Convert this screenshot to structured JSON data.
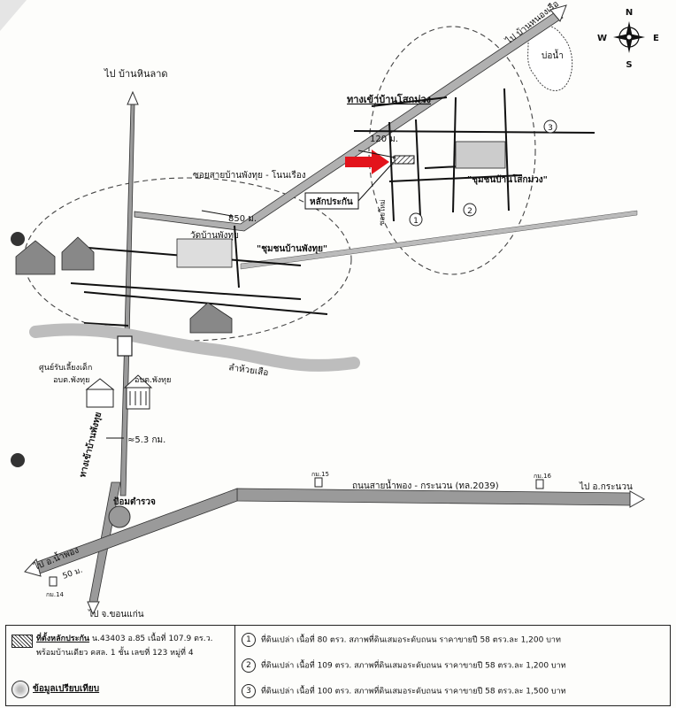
{
  "compass": {
    "n": "N",
    "s": "S",
    "e": "E",
    "w": "W"
  },
  "labels": {
    "to_ban_hin_lat": "ไป บ้านหินลาด",
    "to_ban_nong_ruea": "ไป บ้านหนองเรือ",
    "pond": "บ่อน้ำ",
    "entrance_ban_sok_muang": "ทางเข้าบ้านโสกม่วง",
    "dist_120": "120 ม.",
    "soi_phang_thui": "ซอยสายบ้านพังทุย - โนนเรือง",
    "landmark": "หลักประกัน",
    "dist_850": "850 ม.",
    "wat_phang_thui": "วัดบ้านพังทุย",
    "community_phang_thui": "\"ชุมชนบ้านพังทุย\"",
    "community_sok_muang": "\"ชุมชนบ้านโสกม่วง\"",
    "soi_side": "ซอยใหม่",
    "stream": "ลำห้วยเสือ",
    "childcare_1": "ศูนย์รับเลี้ยงเด็ก",
    "childcare_2": "อบต.พังทุย",
    "sao_office": "อบต.พังทุย",
    "entrance_phang_thui": "ทางเข้าบ้านพังทุย",
    "dist_5_3": "≈5.3 กม.",
    "police_box": "ป้อมตำรวจ",
    "highway": "ถนนสายน้ำพอง - กระนวน (ทล.2039)",
    "km15": "กม.15",
    "km16": "กม.16",
    "to_kranuan": "ไป อ.กระนวน",
    "to_nam_phong": "ไป อ.น้ำพอง",
    "dist_50": "50 ม.",
    "km14": "กม.14",
    "to_khon_kaen": "ไป จ.ขอนแก่น",
    "n1": "1",
    "n2": "2",
    "n3": "3"
  },
  "legend": {
    "location_title": "ที่ตั้งหลักประกัน",
    "location_detail": "น.43403 อ.85 เนื้อที่ 107.9 ตร.ว.",
    "location_sub": "พร้อมบ้านเดียว คสล. 1 ชั้น เลขที่ 123 หมู่ที่ 4",
    "info_label": "ข้อมูลเปรียบเทียบ",
    "rows": [
      {
        "num": "1",
        "text": "ที่ดินเปล่า  เนื้อที่ 80 ตรว. สภาพที่ดินเสมอระดับถนน ราคาขายปี 58 ตรว.ละ 1,200 บาท"
      },
      {
        "num": "2",
        "text": "ที่ดินเปล่า  เนื้อที่ 109 ตรว. สภาพที่ดินเสมอระดับถนน ราคาขายปี 58 ตรว.ละ 1,200 บาท"
      },
      {
        "num": "3",
        "text": "ที่ดินเปล่า  เนื้อที่ 100 ตรว. สภาพที่ดินเสมอระดับถนน ราคาขายปี 58 ตรว.ละ 1,500 บาท"
      }
    ]
  },
  "colors": {
    "arrow": "#e3131b",
    "road": "#9a9a9a",
    "ink": "#111111"
  }
}
